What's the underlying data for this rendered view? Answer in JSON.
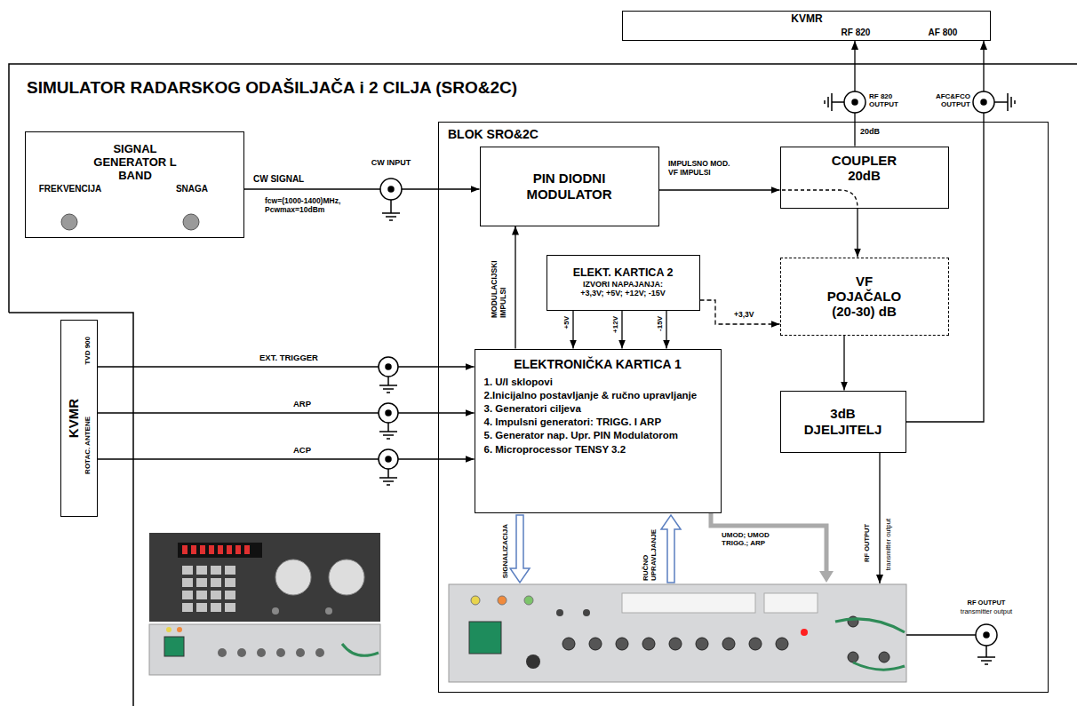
{
  "diagram": {
    "title": "SIMULATOR RADARSKOG ODAŠILJAČA i 2 CILJA (SRO&2C)",
    "nodes": [
      {
        "text": [
          "KVMR",
          "RF 820",
          "AF 800"
        ]
      },
      {
        "text": [
          "SIGNAL GENERATOR L BAND",
          "FREKVENCIJA",
          "SNAGA"
        ]
      },
      {
        "text": [
          "BLOK SRO&2C"
        ]
      },
      {
        "text": [
          "PIN DIODNI MODULATOR"
        ],
        "in": 2
      },
      {
        "text": [
          "COUPLER 20dB"
        ],
        "in": 2
      },
      {
        "text": [
          "ELEKT. KARTICA 2",
          "IZVORI NAPAJANJA: +3,3V; +5V; +12V; -15V"
        ],
        "in": 2
      },
      {
        "text": [
          "VF POJAČALO (20-30) dB"
        ],
        "in": 2
      },
      {
        "text": [
          "ELEKTRONIČKA KARTICA 1",
          "1. U/I sklopovi",
          "2.Inicijalno postavljanje & ručno upravljanje",
          "3. Generatori ciljeva",
          "4. Impulsni generatori: TRIGG. I ARP",
          "5. Generator nap. Upr. PIN Modulatorom",
          "6. Microprocessor TENSY 3.2"
        ],
        "in": 2
      },
      {
        "text": [
          "3dB DJELJITELJ"
        ],
        "in": 2
      },
      {
        "text": [
          "KVMR",
          "ROTAC. ANTENE",
          "TVD 900"
        ]
      }
    ],
    "edges": [
      {
        "from": 1,
        "to": 3,
        "arrow": "to",
        "label": "CW SIGNAL"
      },
      {
        "from": 3,
        "to": 4,
        "arrow": "to",
        "label": "IMPULSNO MOD. VF IMPULSI"
      },
      {
        "from": 4,
        "to": 0,
        "arrow": "to",
        "label": "20dB"
      },
      {
        "from": 4,
        "to": 6,
        "arrow": "to"
      },
      {
        "from": 6,
        "to": 8,
        "arrow": "to"
      },
      {
        "from": 8,
        "to": 0,
        "arrow": "to"
      },
      {
        "from": 7,
        "to": 3,
        "arrow": "to",
        "label": "MODULACIJSKI IMPULSI"
      },
      {
        "from": 5,
        "to": 7,
        "arrow": "to",
        "label": "+5V"
      },
      {
        "from": 5,
        "to": 7,
        "arrow": "to",
        "label": "+12V"
      },
      {
        "from": 5,
        "to": 7,
        "arrow": "to",
        "label": "-15V"
      },
      {
        "from": 5,
        "to": 6,
        "arrow": "to",
        "label": "+3,3V"
      },
      {
        "from": 9,
        "to": 7,
        "arrow": "to",
        "label": "EXT. TRIGGER"
      },
      {
        "from": 9,
        "to": 7,
        "arrow": "to",
        "label": "ARP"
      },
      {
        "from": 9,
        "to": 7,
        "arrow": "to",
        "label": "ACP"
      }
    ],
    "labels": [
      "CW INPUT",
      "fcw=(1000-1400)MHz, Pcwmax=10dBm",
      "RF 820 OUTPUT",
      "AFC&FCO OUTPUT",
      "SIGNALIZACIJA",
      "RUČNO UPRAVLJANJE",
      "UMOD; UMOD TRIGG.; ARP",
      "RF OUTPUT",
      "transmitter output",
      "RF OUTPUT",
      "transmitter output"
    ]
  }
}
